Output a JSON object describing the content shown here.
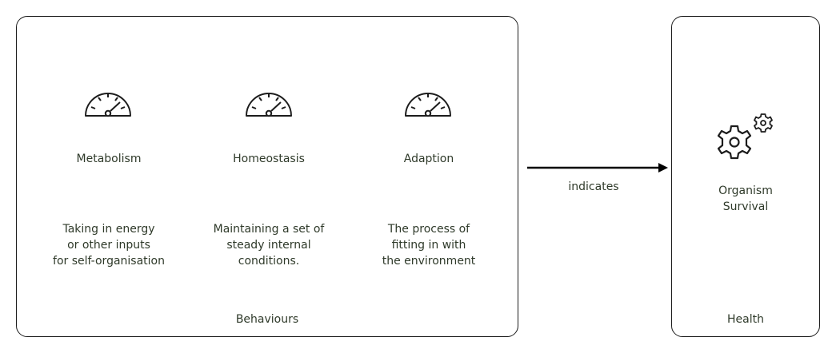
{
  "behaviours": {
    "title": "Behaviours",
    "items": [
      {
        "icon": "gauge-icon",
        "label": "Metabolism",
        "description": [
          "Taking in energy",
          "or other inputs",
          "for self-organisation"
        ]
      },
      {
        "icon": "gauge-icon",
        "label": "Homeostasis",
        "description": [
          "Maintaining a set of",
          "steady internal",
          "conditions."
        ]
      },
      {
        "icon": "gauge-icon",
        "label": "Adaption",
        "description": [
          "The process of",
          "fitting in with",
          "the environment"
        ]
      }
    ]
  },
  "connector": {
    "label": "indicates"
  },
  "health": {
    "title": "Health",
    "icon": "gears-icon",
    "label": [
      "Organism",
      "Survival"
    ]
  }
}
